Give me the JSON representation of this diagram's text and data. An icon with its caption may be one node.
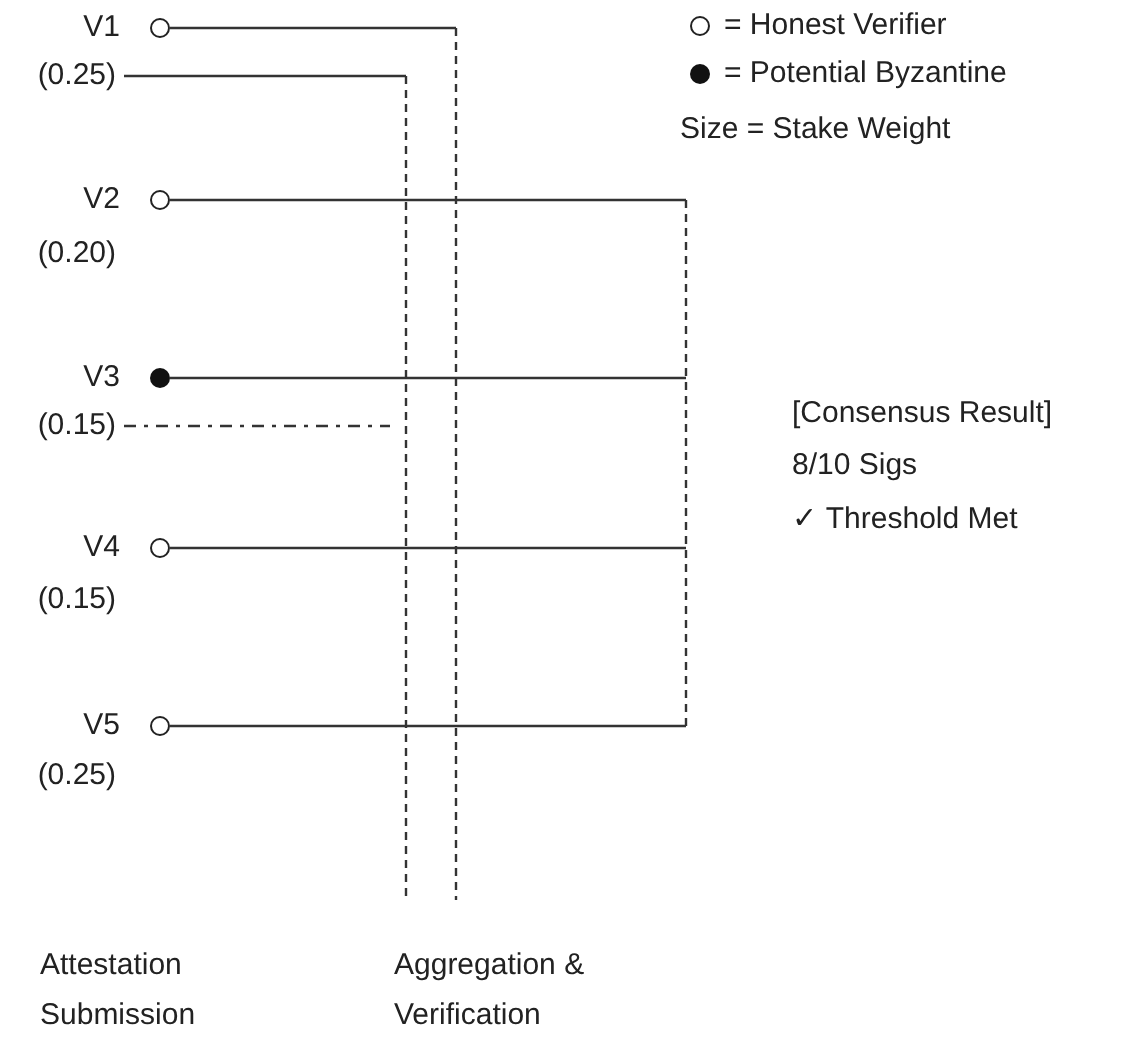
{
  "diagram": {
    "nodes": [
      {
        "text": [],
        "shape": "circle",
        "beside": [
          "V1"
        ]
      },
      {
        "text": [
          "(0.25)"
        ]
      },
      {
        "text": [],
        "shape": "circle",
        "beside": [
          "V2"
        ]
      },
      {
        "text": [
          "(0.20)"
        ]
      },
      {
        "text": [],
        "shape": "dot",
        "beside": [
          "V3"
        ]
      },
      {
        "text": [
          "(0.15)"
        ]
      },
      {
        "text": [],
        "shape": "circle",
        "beside": [
          "V4"
        ]
      },
      {
        "text": [
          "(0.15)"
        ]
      },
      {
        "text": [],
        "shape": "circle",
        "beside": [
          "V5"
        ]
      },
      {
        "text": [
          "(0.25)"
        ]
      }
    ],
    "edges": [
      {
        "from": 0,
        "to": null,
        "arrow": "none"
      },
      {
        "from": 1,
        "to": null,
        "arrow": "none"
      },
      {
        "from": 2,
        "to": null,
        "arrow": "none"
      },
      {
        "from": 4,
        "to": null,
        "arrow": "none"
      },
      {
        "from": 5,
        "to": null,
        "arrow": "none",
        "style": "dashed"
      },
      {
        "from": 6,
        "to": null,
        "arrow": "none"
      },
      {
        "from": 8,
        "to": null,
        "arrow": "none"
      }
    ],
    "labels": [
      "Size = Stake Weight",
      "[Consensus Result]",
      "8/10 Sigs",
      "✓ Threshold Met",
      "Attestation Submission",
      "Aggregation & Verification"
    ],
    "legend": [
      {
        "text": "= Honest Verifier"
      },
      {
        "text": "= Potential Byzantine"
      }
    ]
  }
}
